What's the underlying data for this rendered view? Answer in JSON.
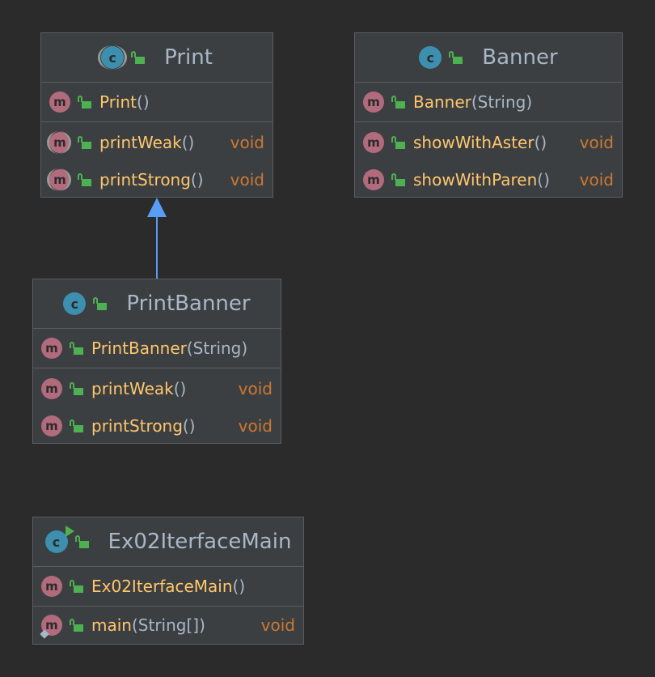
{
  "colors": {
    "background": "#2b2b2b",
    "box": "#3c3f41",
    "border": "#5b5d60",
    "method_name": "#ffc66d",
    "type": "#cc7832",
    "text": "#a9b7c6",
    "arrow": "#589df6"
  },
  "classes": [
    {
      "name": "Print",
      "icon": "abstract-class-icon",
      "visibility": "public",
      "constructors": [
        {
          "name": "Print",
          "params": "()"
        }
      ],
      "methods": [
        {
          "name": "printWeak",
          "params": "()",
          "ret": "void",
          "abstract": true
        },
        {
          "name": "printStrong",
          "params": "()",
          "ret": "void",
          "abstract": true
        }
      ]
    },
    {
      "name": "Banner",
      "icon": "class-icon",
      "visibility": "public",
      "constructors": [
        {
          "name": "Banner",
          "params": "(String)"
        }
      ],
      "methods": [
        {
          "name": "showWithAster",
          "params": "()",
          "ret": "void"
        },
        {
          "name": "showWithParen",
          "params": "()",
          "ret": "void"
        }
      ]
    },
    {
      "name": "PrintBanner",
      "icon": "class-icon",
      "visibility": "public",
      "constructors": [
        {
          "name": "PrintBanner",
          "params": "(String)"
        }
      ],
      "methods": [
        {
          "name": "printWeak",
          "params": "()",
          "ret": "void"
        },
        {
          "name": "printStrong",
          "params": "()",
          "ret": "void"
        }
      ]
    },
    {
      "name": "Ex02IterfaceMain",
      "icon": "runnable-class-icon",
      "visibility": "public",
      "constructors": [
        {
          "name": "Ex02IterfaceMain",
          "params": "()"
        }
      ],
      "methods": [
        {
          "name": "main",
          "params": "(String[])",
          "ret": "void",
          "static": true
        }
      ]
    }
  ],
  "relations": [
    {
      "from": "PrintBanner",
      "to": "Print",
      "type": "extends"
    }
  ],
  "icons": {
    "class": "c",
    "method": "m"
  }
}
